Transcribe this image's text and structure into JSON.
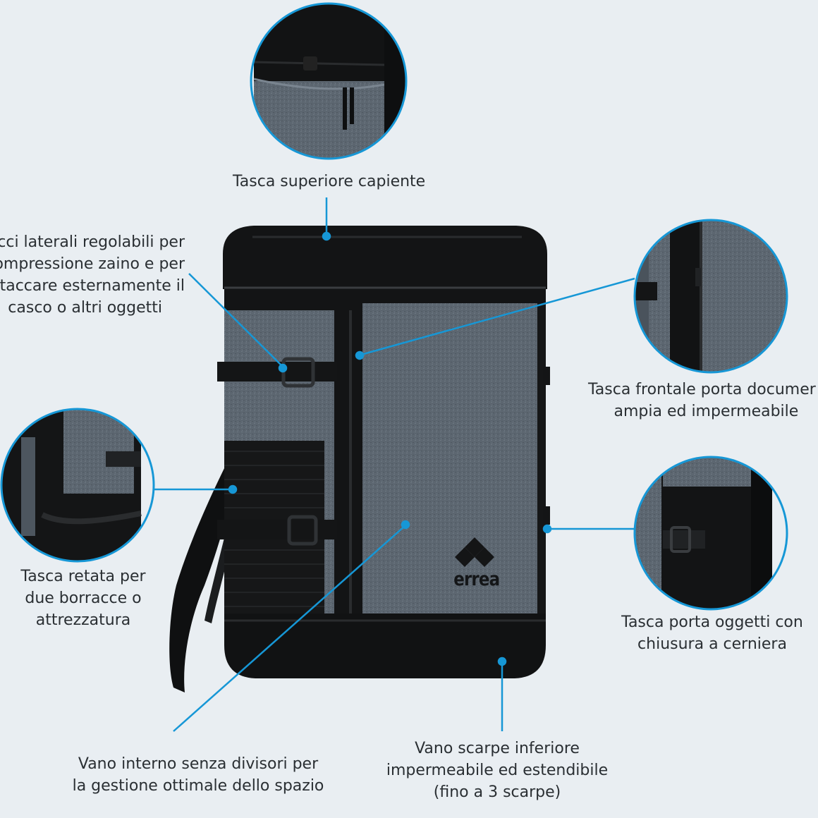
{
  "colors": {
    "background": "#e9eef2",
    "accent": "#1697d6",
    "bag_black": "#121314",
    "bag_grey": "#5c6670",
    "text": "#2a2f33"
  },
  "callouts": {
    "top_pocket": {
      "lines": [
        "Tasca superiore capiente"
      ]
    },
    "side_straps": {
      "lines": [
        "acci laterali regolabili per",
        "ompressione zaino e per",
        "ttaccare esternamente il",
        "casco o altri oggetti"
      ]
    },
    "front_pocket": {
      "lines": [
        "Tasca frontale porta documer",
        "ampia ed impermeabile"
      ]
    },
    "mesh_pocket": {
      "lines": [
        "Tasca retata per",
        "due borracce o",
        "attrezzatura"
      ]
    },
    "zip_pocket": {
      "lines": [
        "Tasca porta oggetti con",
        "chiusura a cerniera"
      ]
    },
    "main_compartment": {
      "lines": [
        "Vano interno senza divisori per",
        "la gestione ottimale dello spazio"
      ]
    },
    "shoe_compartment": {
      "lines": [
        "Vano scarpe inferiore",
        "impermeabile ed estendibile",
        "(fino a 3 scarpe)"
      ]
    }
  },
  "brand": {
    "logo_text": "errea",
    "logo_icon": "errea-diamond-logo-icon"
  }
}
